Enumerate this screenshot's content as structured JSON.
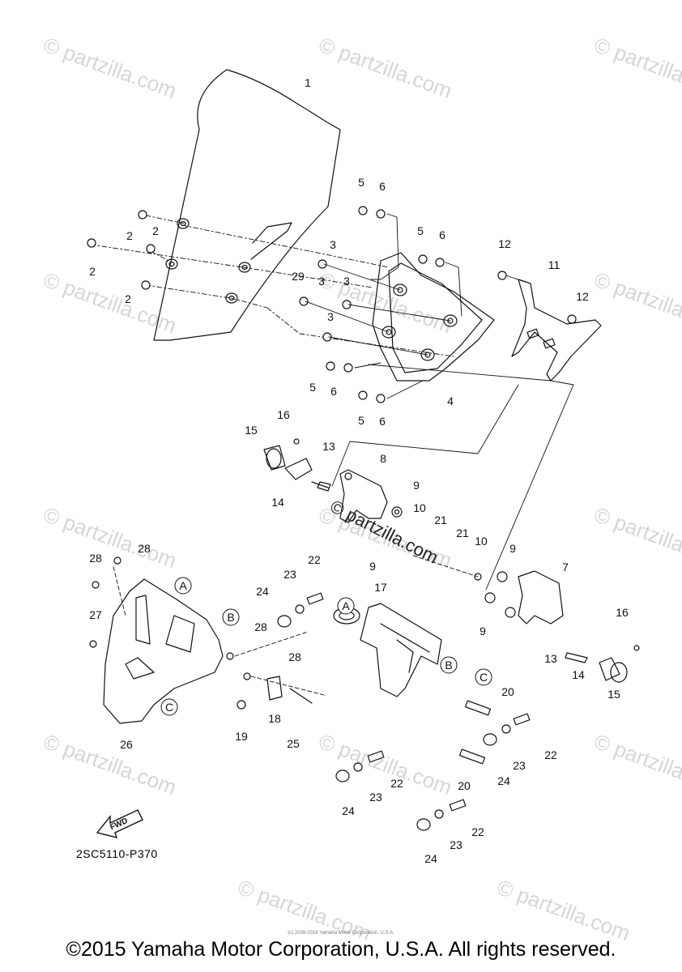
{
  "watermark": {
    "text": "© partzilla.com",
    "instances": 14
  },
  "callouts": {
    "c1": "1",
    "c2a": "2",
    "c2b": "2",
    "c2c": "2",
    "c2d": "2",
    "c3a": "3",
    "c3b": "3",
    "c3c": "3",
    "c3d": "3",
    "c4": "4",
    "c5a": "5",
    "c5b": "5",
    "c5c": "5",
    "c5d": "5",
    "c6a": "6",
    "c6b": "6",
    "c6c": "6",
    "c6d": "6",
    "c7": "7",
    "c8": "8",
    "c9a": "9",
    "c9b": "9",
    "c9c": "9",
    "c9d": "9",
    "c10a": "10",
    "c10b": "10",
    "c11": "11",
    "c12a": "12",
    "c12b": "12",
    "c13a": "13",
    "c13b": "13",
    "c14a": "14",
    "c14b": "14",
    "c15a": "15",
    "c15b": "15",
    "c16a": "16",
    "c16b": "16",
    "c17": "17",
    "c18": "18",
    "c19": "19",
    "c20a": "20",
    "c20b": "20",
    "c21a": "21",
    "c21b": "21",
    "c22a": "22",
    "c22b": "22",
    "c22c": "22",
    "c22d": "22",
    "c23a": "23",
    "c23b": "23",
    "c23c": "23",
    "c23d": "23",
    "c24a": "24",
    "c24b": "24",
    "c24c": "24",
    "c24d": "24",
    "c25": "25",
    "c26": "26",
    "c27": "27",
    "c28a": "28",
    "c28b": "28",
    "c28c": "28",
    "c28d": "28",
    "c29": "29",
    "refA1": "A",
    "refA2": "A",
    "refB1": "B",
    "refB2": "B",
    "refC1": "C",
    "refC2": "C"
  },
  "center_watermark": "© partzilla.com",
  "fwd_label": "FWD",
  "diagram_code": "2SC5110-P370",
  "fine_print": "(c) 2008-2016 Yamaha Motor Corporation, U.S.A.",
  "copyright": "©2015 Yamaha Motor Corporation, U.S.A. All rights reserved."
}
